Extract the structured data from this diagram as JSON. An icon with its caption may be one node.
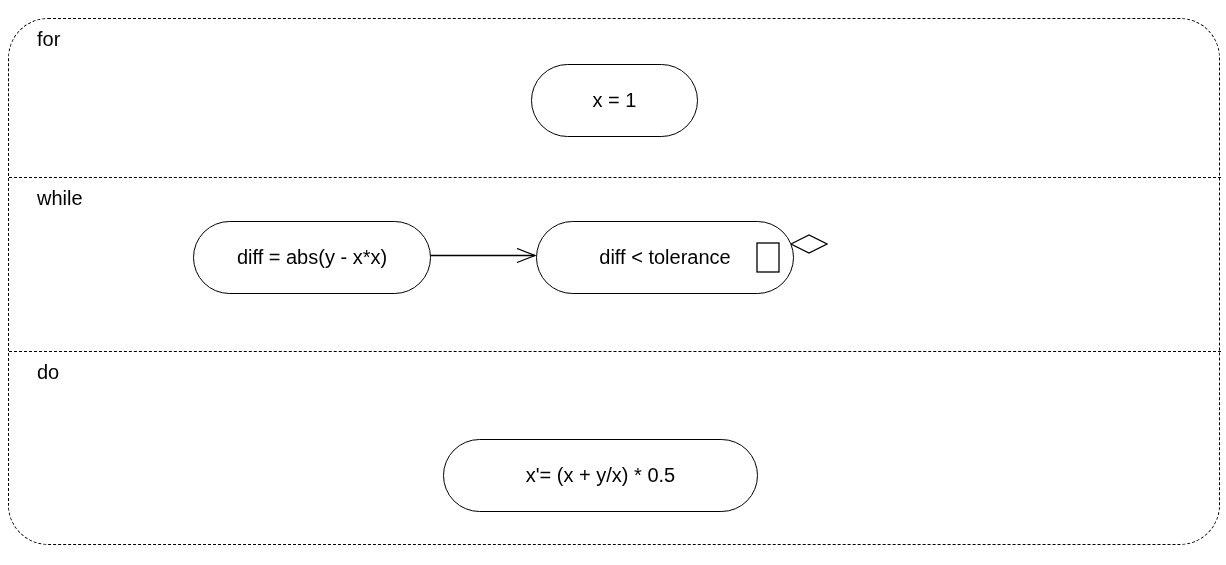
{
  "diagram": {
    "nodes": [
      {
        "text": [],
        "shape": "box"
      },
      {
        "text": [
          "for"
        ],
        "in": 0
      },
      {
        "text": [
          "x = 1"
        ],
        "in": 1
      },
      {
        "text": [
          "while"
        ],
        "in": 0
      },
      {
        "text": [
          "diff = abs(y - x*x)"
        ],
        "in": 3
      },
      {
        "text": [
          "diff < tolerance"
        ],
        "in": 3
      },
      {
        "text": [
          "do"
        ],
        "in": 0
      },
      {
        "text": [
          "x'= (x + y/x) * 0.5"
        ],
        "in": 6
      }
    ],
    "edges": [
      {
        "from": 4,
        "to": 5,
        "arrow": "to"
      }
    ]
  }
}
